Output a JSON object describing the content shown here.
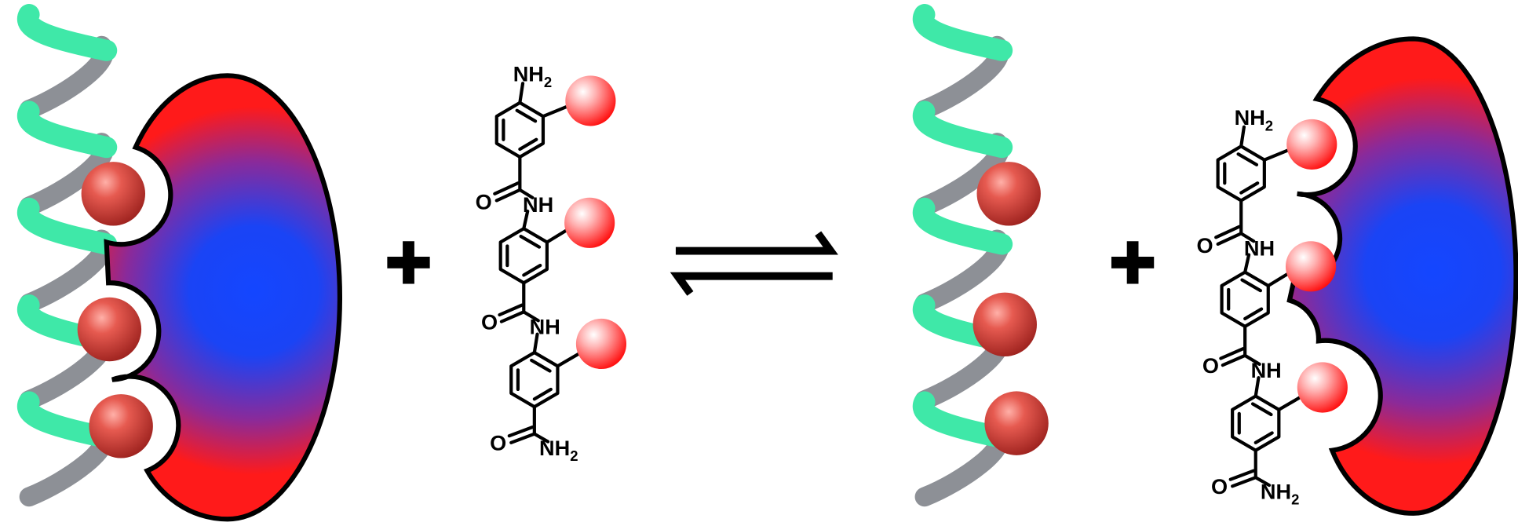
{
  "molecule": {
    "amine": "NH",
    "amine_subscript": "2",
    "amide_nh_1": "NH",
    "amide_nh_2": "NH",
    "carbonyl_o_1": "O",
    "carbonyl_o_2": "O",
    "carbonyl_o_3": "O",
    "terminal_amide": "NH",
    "terminal_amide_subscript": "2"
  },
  "colors": {
    "helix_green": "#3fe8a8",
    "helix_gray": "#8d9096",
    "protein_red": "#ff1a1a",
    "protein_blue": "#1446ff",
    "sphere_red": "#e0443c"
  }
}
